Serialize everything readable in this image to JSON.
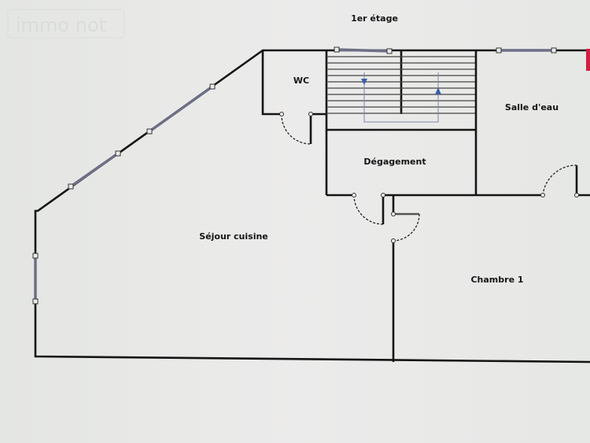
{
  "title": "1er étage",
  "watermark": "immo not",
  "rooms": {
    "wc": "WC",
    "salle_eau": "Salle d'eau",
    "degagement": "Dégagement",
    "sejour": "Séjour cuisine",
    "chambre": "Chambre 1"
  },
  "colors": {
    "wall": "#151515",
    "window": "#6d6f86",
    "stair_arrow": "#3a5fa8",
    "marker": "#d02040",
    "background": "#e9ebe8"
  }
}
